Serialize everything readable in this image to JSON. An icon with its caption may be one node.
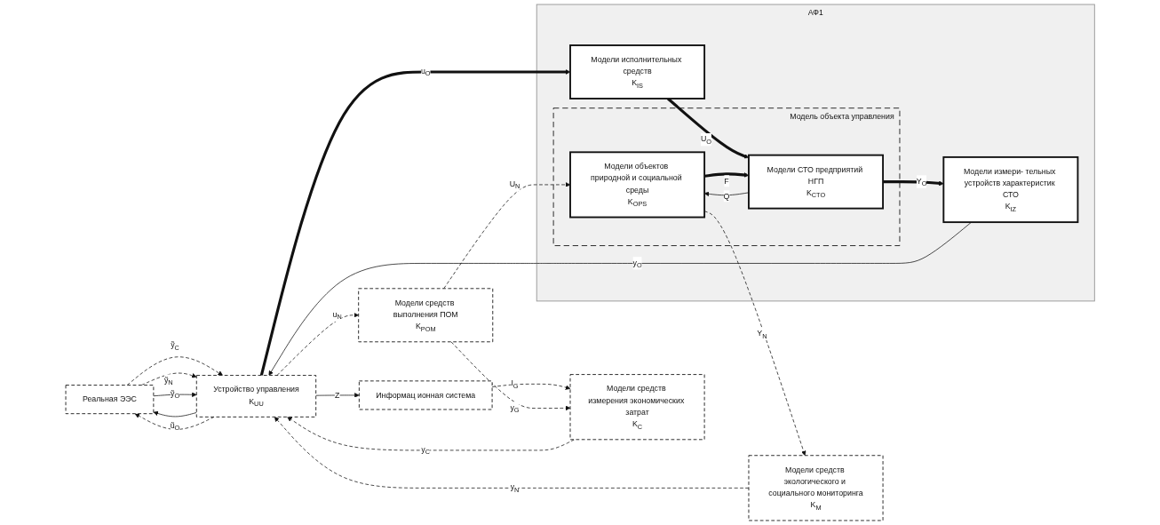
{
  "diagram": {
    "nodes": [
      {
        "text": [
          "Реальная ЭЭС"
        ]
      },
      {
        "text": [
          "Устройство управления",
          "K$_{UU}$"
        ]
      },
      {
        "text": [
          "Информац ионная система"
        ]
      },
      {
        "text": [
          "Модели средств измерения экономических затрат",
          "K$_{C}$"
        ]
      },
      {
        "text": [
          "Модели средств выполнения ПОМ",
          "K$_{POM}$"
        ]
      },
      {
        "text": [
          "АФ1"
        ]
      },
      {
        "text": [
          "Модель объекта управления"
        ],
        "in": 5
      },
      {
        "text": [
          "Модели объектов природной и социальной среды",
          "K$_{OPS}$"
        ],
        "in": 6
      },
      {
        "text": [
          "Модели средств экологического и социального мониторинга",
          "K$_{M}$"
        ]
      },
      {
        "text": [
          "Модели исполнительных средств",
          "K$_{IS}$"
        ],
        "in": 5
      },
      {
        "text": [
          "Модели СТО предприятий НГП",
          "K$_{CTO}$"
        ],
        "in": 6
      },
      {
        "text": [
          "Модели измери- тельных устройств характеристик СТО",
          "K$_{IZ}$"
        ],
        "in": 5
      }
    ],
    "edges": [
      {
        "from": 1,
        "to": 0,
        "arrow": "to",
        "label": "ũ$_{O}$"
      },
      {
        "from": 1,
        "to": 0,
        "arrow": "to",
        "style": "dashed"
      },
      {
        "from": 0,
        "to": 1,
        "arrow": "to",
        "label": "ỹ$_{C}$",
        "style": "dashed"
      },
      {
        "from": 0,
        "to": 1,
        "arrow": "to",
        "label": "ỹ$_{N}$",
        "style": "dashed"
      },
      {
        "from": 0,
        "to": 1,
        "arrow": "to",
        "label": "ỹ$_{O}$"
      },
      {
        "from": 1,
        "to": 2,
        "arrow": "to",
        "label": "Z"
      },
      {
        "from": 2,
        "to": 3,
        "arrow": "to",
        "label": "I$_{G}$",
        "style": "dashed"
      },
      {
        "from": 4,
        "to": 3,
        "arrow": "to",
        "label": "y$_{G}$",
        "style": "dashed"
      },
      {
        "from": 1,
        "to": 4,
        "arrow": "to",
        "label": "u$_{N}$",
        "style": "dashed"
      },
      {
        "from": 4,
        "to": 7,
        "arrow": "to",
        "label": "U$_{N}$",
        "style": "dashed"
      },
      {
        "from": 7,
        "to": 8,
        "arrow": "to",
        "label": "Y$_{N}$",
        "style": "dashed"
      },
      {
        "from": 1,
        "to": 9,
        "arrow": "to",
        "label": "u$_{O}$",
        "style": "thick"
      },
      {
        "from": 9,
        "to": 10,
        "arrow": "to",
        "label": "U$_{O}$",
        "style": "thick"
      },
      {
        "from": 7,
        "to": 10,
        "arrow": "to",
        "label": "F",
        "style": "thick"
      },
      {
        "from": 10,
        "to": 7,
        "arrow": "to",
        "label": "Q"
      },
      {
        "from": 10,
        "to": 11,
        "arrow": "to",
        "label": "Y$_{O}$",
        "style": "thick"
      },
      {
        "from": 11,
        "to": 1,
        "arrow": "to",
        "label": "y$_{O}$"
      },
      {
        "from": 8,
        "to": 1,
        "arrow": "to",
        "label": "y$_{N}$",
        "style": "dashed"
      },
      {
        "from": 3,
        "to": 1,
        "arrow": "to",
        "label": "y$_{C}$",
        "style": "dashed"
      }
    ]
  }
}
